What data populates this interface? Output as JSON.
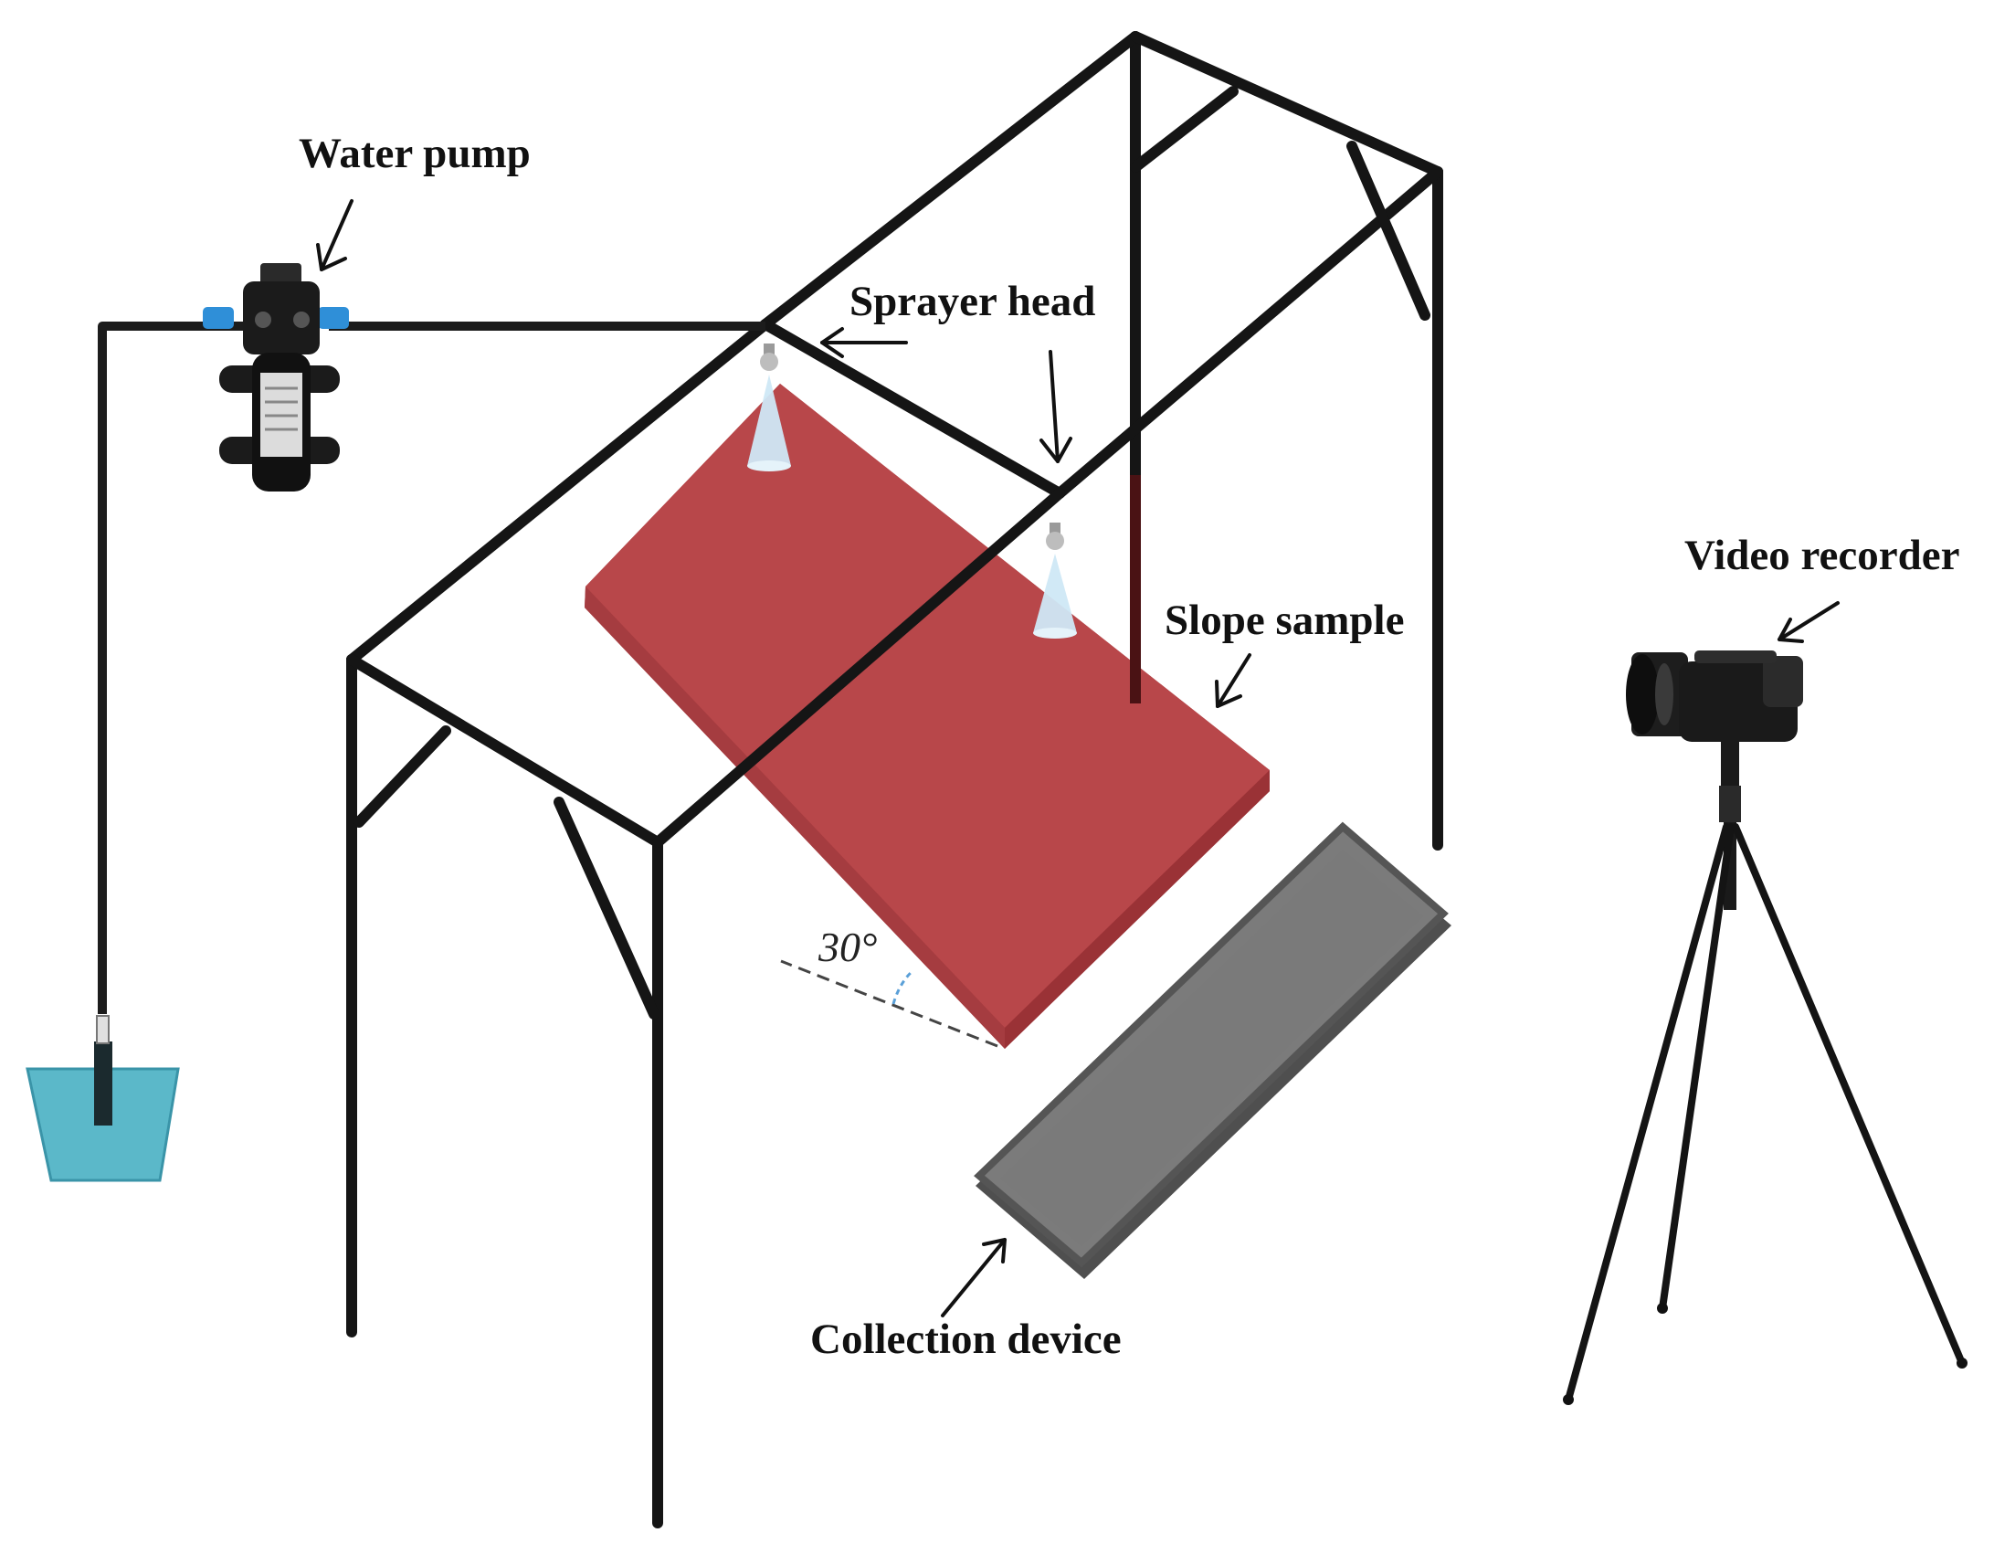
{
  "labels": {
    "water_pump": "Water pump",
    "sprayer_head": "Sprayer head",
    "slope_sample": "Slope sample",
    "video_recorder": "Video recorder",
    "collection_device": "Collection device",
    "angle": "30°"
  },
  "colors": {
    "frame": "#151515",
    "slope_sample": "#b8474a",
    "slope_sample_edge": "#9a3236",
    "collection_device": "#7b7b7b",
    "collection_device_border": "#555555",
    "water": "#5bb8c9",
    "spray": "#cfe8f5",
    "pump_body": "#1b1b1b",
    "pump_fittings": "#2f8fd8"
  },
  "icons": [
    "water-pump-icon",
    "sprayer-head-icon",
    "water-bucket-icon",
    "video-camera-icon",
    "tripod-icon"
  ]
}
